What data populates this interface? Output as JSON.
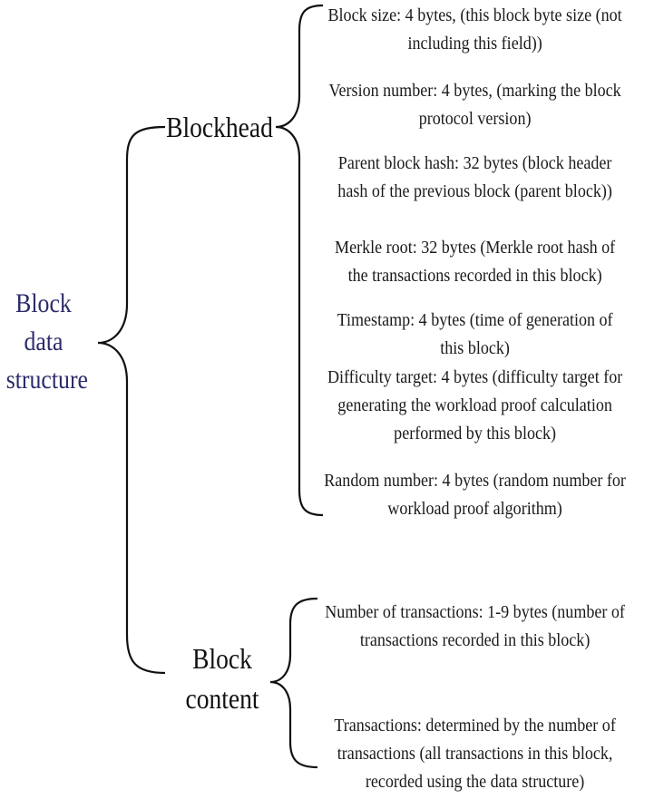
{
  "diagram": {
    "root": {
      "lines": [
        "Block",
        "data",
        "structure"
      ]
    },
    "branches": [
      {
        "lines": [
          "Blockhead"
        ],
        "fields": [
          {
            "lines": [
              "Block size: 4 bytes, (this block byte size (not",
              "including this field))"
            ]
          },
          {
            "lines": [
              "Version number: 4 bytes, (marking the block",
              "protocol version)"
            ]
          },
          {
            "lines": [
              "Parent block hash: 32 bytes (block header",
              "hash of the previous block (parent block))"
            ]
          },
          {
            "lines": [
              "Merkle root: 32 bytes (Merkle root hash of",
              "the transactions recorded in this block)"
            ]
          },
          {
            "lines": [
              "Timestamp: 4 bytes (time of generation of",
              "this block)"
            ]
          },
          {
            "lines": [
              "Difficulty target: 4 bytes (difficulty target for",
              "generating the workload proof calculation",
              "performed by this block)"
            ]
          },
          {
            "lines": [
              "Random number: 4 bytes (random number for",
              "workload proof algorithm)"
            ]
          }
        ]
      },
      {
        "lines": [
          "Block",
          "content"
        ],
        "fields": [
          {
            "lines": [
              "Number of transactions: 1-9 bytes (number of",
              "transactions recorded in this block)"
            ]
          },
          {
            "lines": [
              "Transactions: determined by the number of",
              "transactions (all transactions in this block,",
              "recorded using the data structure)"
            ]
          }
        ]
      }
    ]
  },
  "colors": {
    "root_text": "#2b2b6b",
    "branch_text": "#111111",
    "field_text": "#1a1a1a",
    "brace_stroke": "#111111"
  }
}
